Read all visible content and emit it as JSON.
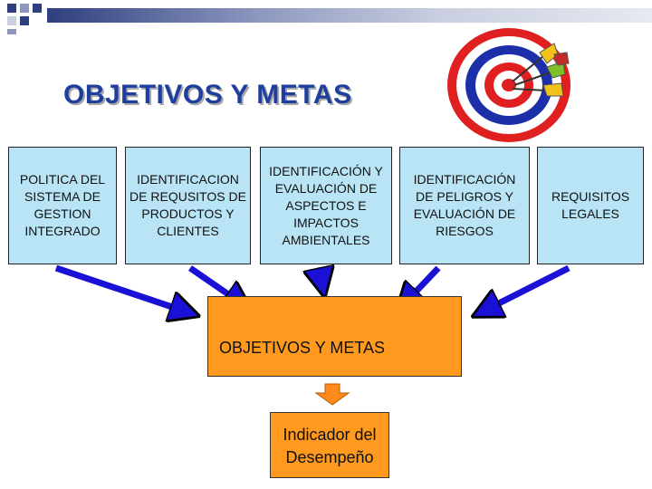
{
  "title": "OBJETIVOS Y METAS",
  "inputs": [
    {
      "text": "POLITICA DEL SISTEMA DE GESTION INTEGRADO"
    },
    {
      "text": "IDENTIFICACION DE REQUSITOS DE PRODUCTOS Y CLIENTES"
    },
    {
      "text": "IDENTIFICACIÓN Y EVALUACIÓN DE ASPECTOS E IMPACTOS AMBIENTALES"
    },
    {
      "text": "IDENTIFICACIÓN DE PELIGROS Y EVALUACIÓN DE RIESGOS"
    },
    {
      "text": "REQUISITOS LEGALES"
    }
  ],
  "goal_box": "OBJETIVOS Y METAS",
  "indicator_box": "Indicador del Desempeño",
  "colors": {
    "input_box": "#b8e4f5",
    "goal_box": "#ff9a1f",
    "arrow": "#1a10d6",
    "title": "#1f3f9e",
    "target_red": "#e02020",
    "target_blue": "#1c2ea8"
  },
  "icons": [
    "corner-squares-decoration",
    "dartboard-icon"
  ]
}
